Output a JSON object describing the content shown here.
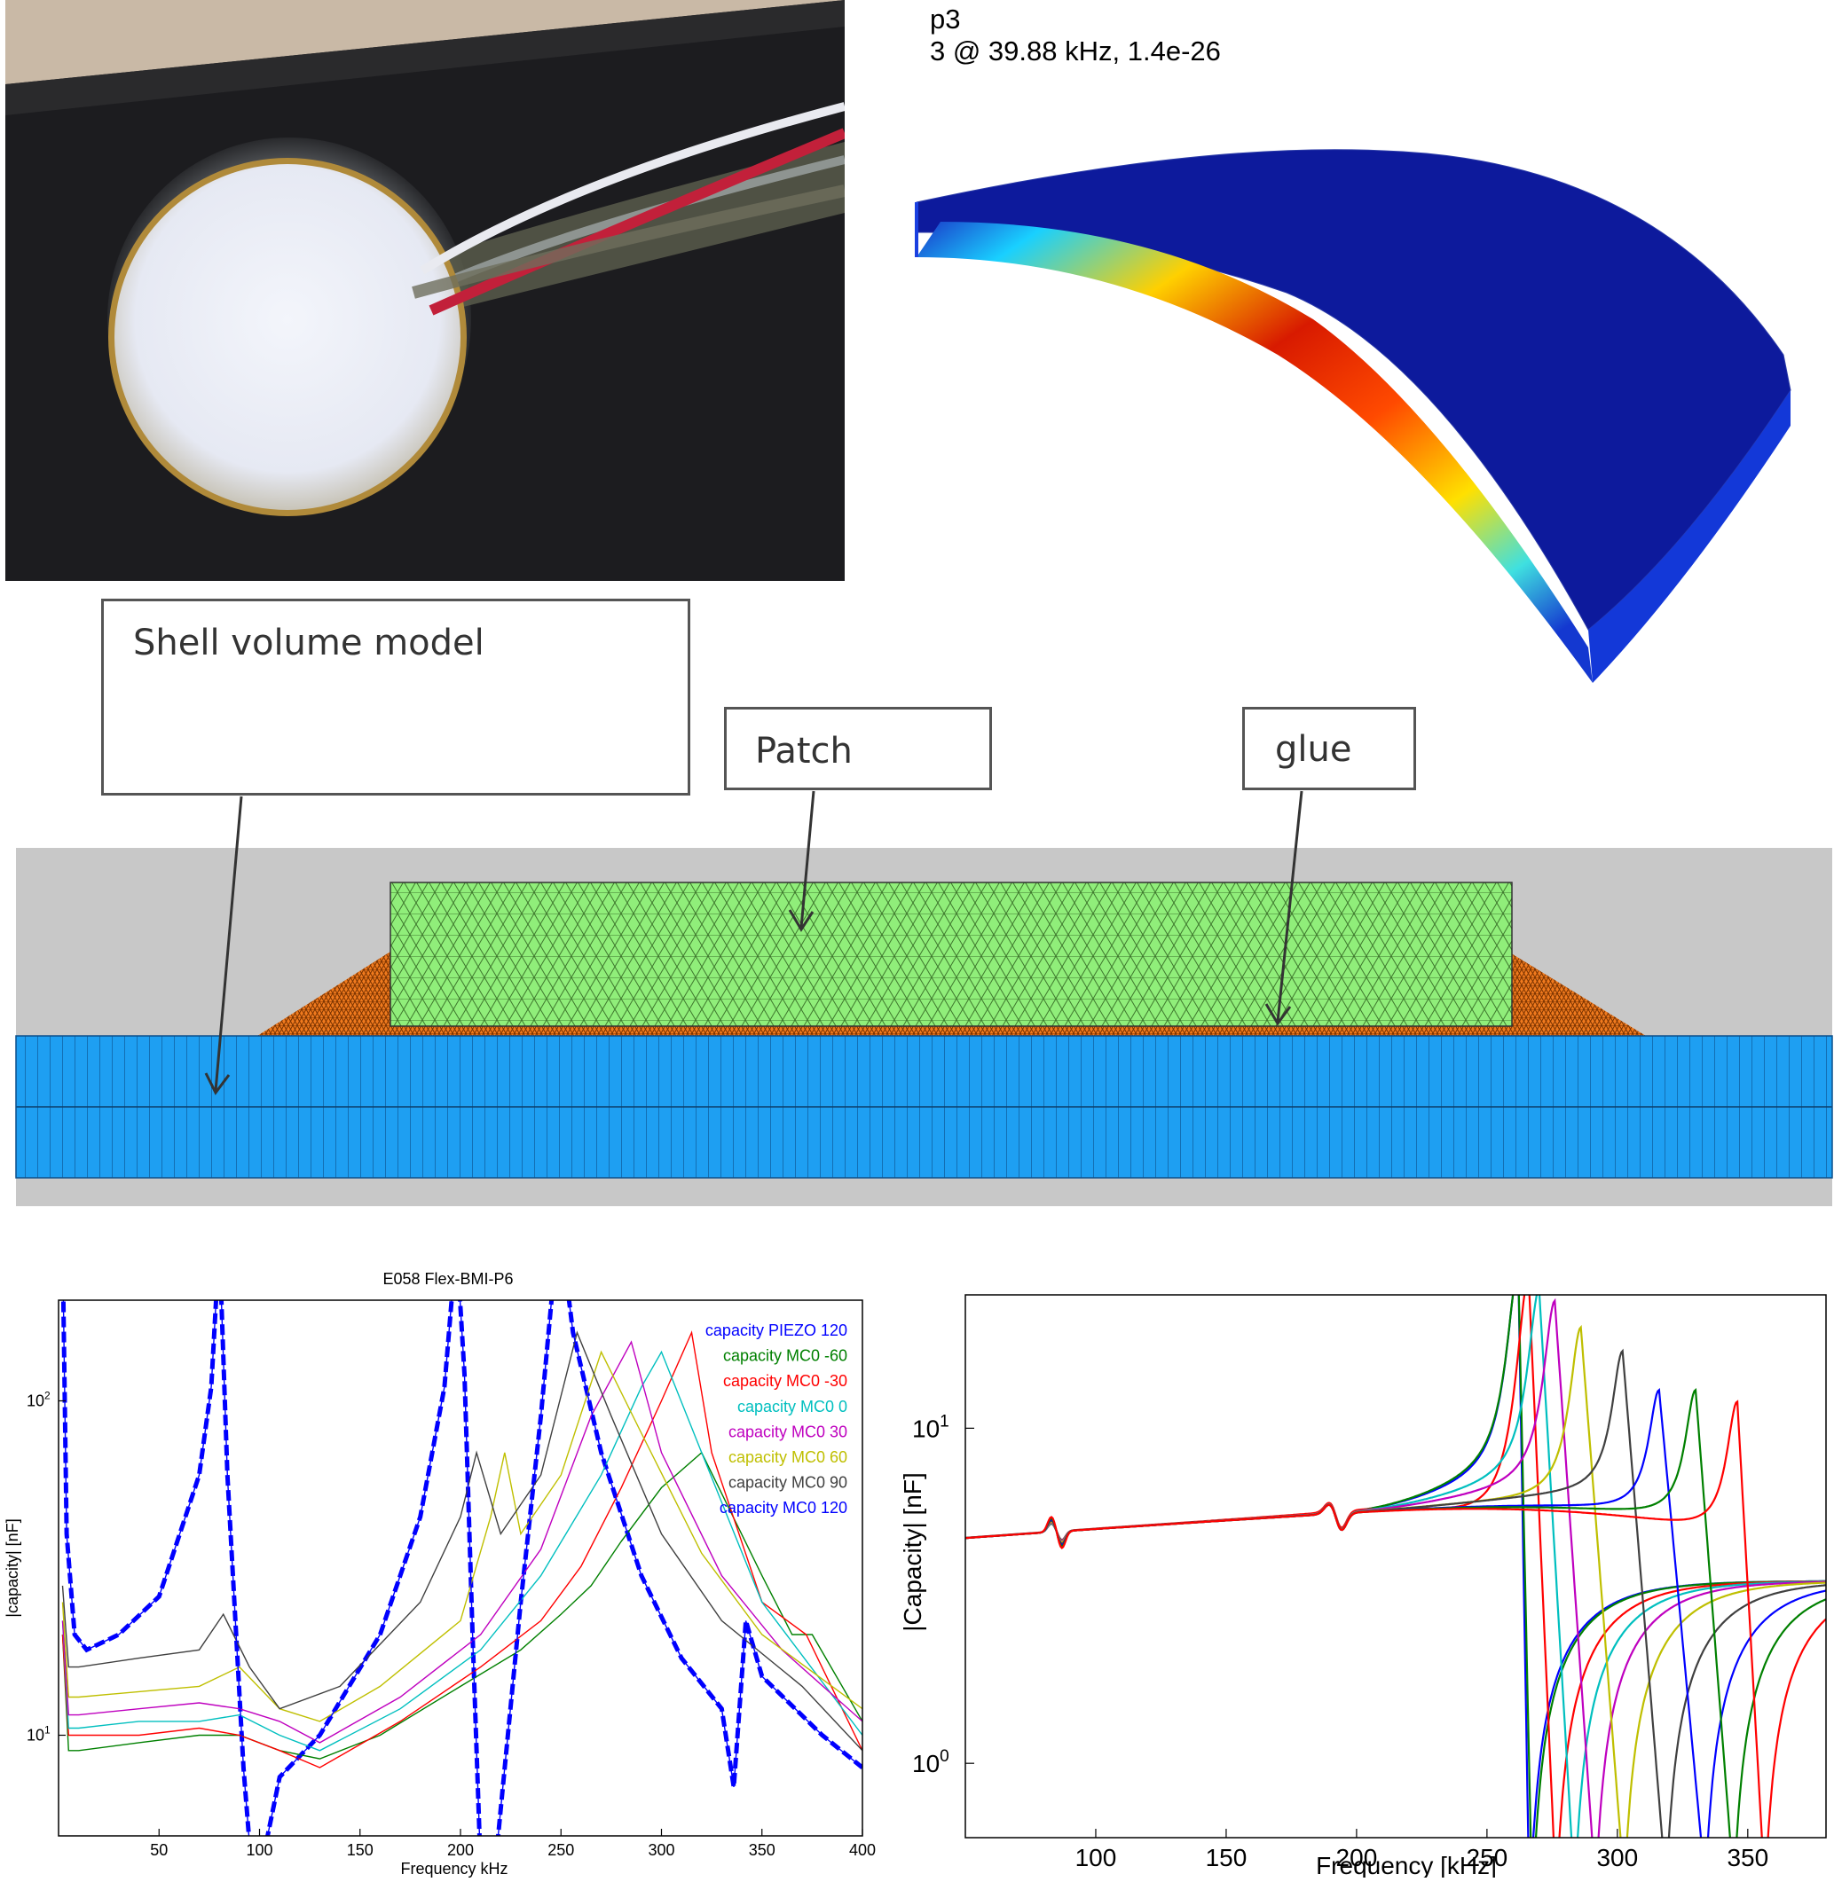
{
  "fem": {
    "title_line1": "p3",
    "title_line2": "3 @ 39.88 kHz, 1.4e-26"
  },
  "cross_section": {
    "labels": {
      "shell": "Shell volume model",
      "patch": "Patch",
      "glue": "glue"
    },
    "colors": {
      "background": "#c8c8c8",
      "shell": "#1e9ff2",
      "patch": "#90ee7a",
      "glue": "#f07a1e"
    }
  },
  "chart_data": [
    {
      "type": "line",
      "title": "E058 Flex-BMI-P6",
      "xlabel": "Frequency kHz",
      "ylabel": "|capacity| [nF]",
      "xlim": [
        0,
        400
      ],
      "ylim": [
        5,
        200
      ],
      "yscale": "log",
      "x_ticks": [
        50,
        100,
        150,
        200,
        250,
        300,
        350,
        400
      ],
      "y_ticks": [
        {
          "value": 10,
          "base": "10",
          "exp": "1"
        },
        {
          "value": 100,
          "base": "10",
          "exp": "2"
        }
      ],
      "grid": false,
      "legend_position": "top-right",
      "series": [
        {
          "name": "capacity PIEZO 120",
          "color": "#0000ff",
          "dashed": true,
          "x": [
            2,
            4,
            8,
            14,
            30,
            50,
            70,
            76,
            80,
            84,
            88,
            92,
            96,
            100,
            104,
            110,
            130,
            160,
            180,
            192,
            198,
            202,
            206,
            210,
            214,
            220,
            230,
            240,
            248,
            252,
            256,
            270,
            290,
            310,
            330,
            336,
            342,
            350,
            380,
            400
          ],
          "y": [
            300,
            40,
            20,
            18,
            20,
            26,
            60,
            110,
            300,
            60,
            22,
            8,
            4,
            2.5,
            5,
            7.5,
            10,
            20,
            45,
            110,
            300,
            120,
            20,
            4,
            2.5,
            6,
            25,
            90,
            300,
            250,
            160,
            70,
            30,
            17,
            12,
            7,
            22,
            15,
            10,
            8
          ]
        },
        {
          "name": "capacity MC0 -60",
          "color": "#008000",
          "dashed": false,
          "x": [
            2,
            5,
            10,
            40,
            70,
            90,
            110,
            130,
            160,
            200,
            230,
            250,
            265,
            280,
            300,
            320,
            350,
            365,
            375,
            400
          ],
          "y": [
            20,
            9,
            9,
            9.5,
            10,
            10,
            9,
            8.5,
            10,
            14,
            18,
            23,
            28,
            38,
            55,
            70,
            30,
            20,
            20,
            11
          ]
        },
        {
          "name": "capacity MC0 -30",
          "color": "#ff0000",
          "dashed": false,
          "x": [
            2,
            5,
            10,
            40,
            70,
            90,
            110,
            130,
            170,
            210,
            240,
            260,
            280,
            300,
            315,
            325,
            350,
            372,
            400
          ],
          "y": [
            20,
            10,
            10,
            10,
            10.5,
            10,
            9,
            8,
            11,
            16,
            22,
            32,
            55,
            100,
            160,
            70,
            25,
            20,
            9
          ]
        },
        {
          "name": "capacity MC0 0",
          "color": "#00bfbf",
          "dashed": false,
          "x": [
            2,
            5,
            10,
            40,
            70,
            90,
            110,
            130,
            170,
            210,
            240,
            270,
            290,
            300,
            320,
            350,
            365,
            400
          ],
          "y": [
            22,
            10.5,
            10.5,
            11,
            11,
            11.5,
            10,
            9,
            12,
            18,
            30,
            60,
            110,
            140,
            70,
            25,
            19,
            10
          ]
        },
        {
          "name": "capacity MC0 30",
          "color": "#bf00bf",
          "dashed": false,
          "x": [
            2,
            5,
            10,
            40,
            70,
            90,
            110,
            130,
            170,
            210,
            240,
            265,
            285,
            300,
            330,
            360,
            400
          ],
          "y": [
            22,
            11.5,
            11.5,
            12,
            12.5,
            12,
            11,
            9.5,
            13,
            20,
            36,
            90,
            150,
            70,
            30,
            18,
            11
          ]
        },
        {
          "name": "capacity MC0 60",
          "color": "#bfbf00",
          "dashed": false,
          "x": [
            2,
            5,
            10,
            40,
            70,
            90,
            110,
            130,
            160,
            200,
            215,
            222,
            230,
            250,
            270,
            290,
            320,
            350,
            400
          ],
          "y": [
            25,
            13,
            13,
            13.5,
            14,
            16,
            12,
            11,
            14,
            22,
            45,
            70,
            40,
            60,
            140,
            80,
            35,
            20,
            12
          ]
        },
        {
          "name": "capacity MC0 90",
          "color": "#404040",
          "dashed": false,
          "x": [
            2,
            5,
            10,
            40,
            70,
            82,
            95,
            110,
            140,
            180,
            200,
            208,
            220,
            240,
            258,
            275,
            300,
            330,
            370,
            400
          ],
          "y": [
            28,
            16,
            16,
            17,
            18,
            23,
            16,
            12,
            14,
            25,
            45,
            70,
            40,
            60,
            160,
            90,
            40,
            22,
            14,
            9
          ]
        },
        {
          "name": "capacity MC0 120",
          "color": "#0000ff",
          "dashed": false,
          "x": [
            2,
            4,
            8,
            14,
            30,
            50,
            70,
            76,
            80,
            84,
            88,
            92,
            96,
            100,
            104,
            110,
            130,
            160,
            180,
            192,
            198,
            202,
            206,
            210,
            214,
            220,
            230,
            240,
            248,
            252,
            256,
            270,
            290,
            310,
            330,
            336,
            342,
            350,
            380,
            400
          ],
          "y": [
            300,
            40,
            20,
            18,
            20,
            26,
            60,
            110,
            300,
            60,
            22,
            8,
            4,
            2.5,
            5,
            7.5,
            10,
            20,
            45,
            110,
            300,
            120,
            20,
            4,
            2.5,
            6,
            25,
            90,
            300,
            250,
            160,
            70,
            30,
            17,
            12,
            7,
            22,
            15,
            10,
            8
          ]
        }
      ]
    },
    {
      "type": "line",
      "title": "",
      "xlabel": "Frequency [kHz]",
      "ylabel": "|Capacity| [nF]",
      "xlim": [
        50,
        380
      ],
      "ylim": [
        0.6,
        25
      ],
      "yscale": "log",
      "x_ticks": [
        100,
        150,
        200,
        250,
        300,
        350
      ],
      "y_ticks": [
        {
          "value": 1,
          "base": "10",
          "exp": "0"
        },
        {
          "value": 10,
          "base": "10",
          "exp": "1"
        }
      ],
      "grid": false,
      "series": [
        {
          "color": "#0000ff",
          "res": 262,
          "anti": 266,
          "peak": 30,
          "pre": 7.5
        },
        {
          "color": "#008000",
          "res": 262,
          "anti": 267,
          "peak": 30,
          "pre": 7.8
        },
        {
          "color": "#ff0000",
          "res": 266,
          "anti": 276,
          "peak": 28,
          "pre": 4.2
        },
        {
          "color": "#00bfbf",
          "res": 270,
          "anti": 283,
          "peak": 26,
          "pre": 7.2
        },
        {
          "color": "#bf00bf",
          "res": 276,
          "anti": 291,
          "peak": 24,
          "pre": 6.8
        },
        {
          "color": "#bfbf00",
          "res": 286,
          "anti": 302,
          "peak": 20,
          "pre": 6.0
        },
        {
          "color": "#404040",
          "res": 302,
          "anti": 318,
          "peak": 17,
          "pre": 6.4
        },
        {
          "color": "#0000ff",
          "res": 316,
          "anti": 333,
          "peak": 13,
          "pre": 5.5
        },
        {
          "color": "#008000",
          "res": 330,
          "anti": 344,
          "peak": 13,
          "pre": 5.2
        },
        {
          "color": "#ff0000",
          "res": 346,
          "anti": 356,
          "peak": 12,
          "pre": 4.6
        }
      ]
    }
  ]
}
